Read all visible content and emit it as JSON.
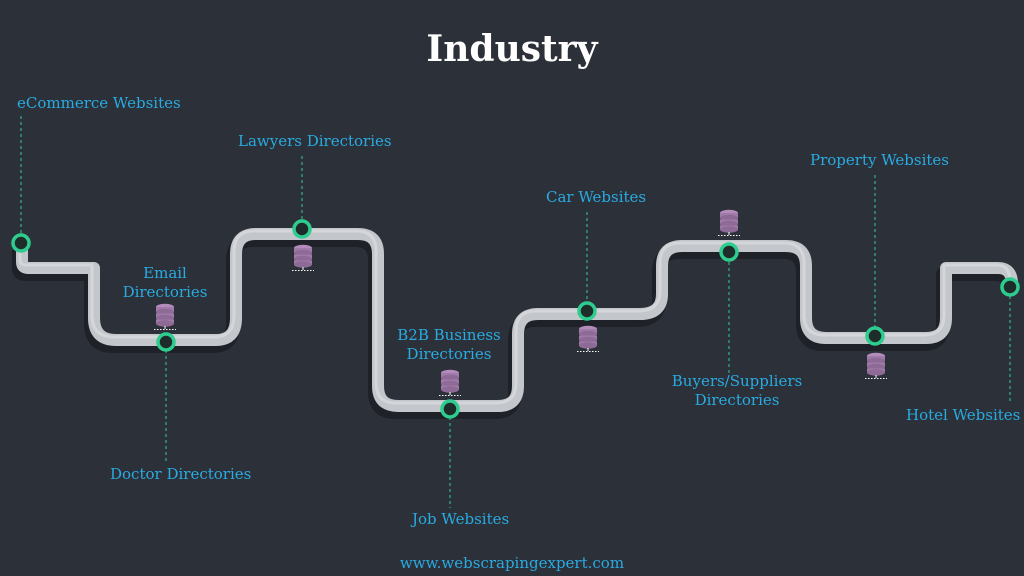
{
  "title": "Industry",
  "footer": "www.webscrapingexpert.com",
  "colors": {
    "background": "#2c3038",
    "title": "#ffffff",
    "label": "#29abe2",
    "pipe": "#c3c6cb",
    "pipe_shadow": "#14161a",
    "node_ring": "#2ecc8f",
    "node_fill": "#1f2d2a",
    "leader_line": "#2ecc8f",
    "database_icon": "#a07aa8"
  },
  "nodes": [
    {
      "id": "ecommerce",
      "label": "eCommerce Websites"
    },
    {
      "id": "doctor",
      "label": "Doctor Directories"
    },
    {
      "id": "email",
      "label_lines": [
        "Email",
        "Directories"
      ]
    },
    {
      "id": "lawyers",
      "label": "Lawyers Directories"
    },
    {
      "id": "job",
      "label": "Job Websites"
    },
    {
      "id": "b2b",
      "label_lines": [
        "B2B Business",
        "Directories"
      ]
    },
    {
      "id": "car",
      "label": "Car Websites"
    },
    {
      "id": "buyers",
      "label_lines": [
        "Buyers/Suppliers",
        "Directories"
      ]
    },
    {
      "id": "property",
      "label": "Property Websites"
    },
    {
      "id": "hotel",
      "label": "Hotel Websites"
    }
  ],
  "icons": [
    "database-icon"
  ]
}
